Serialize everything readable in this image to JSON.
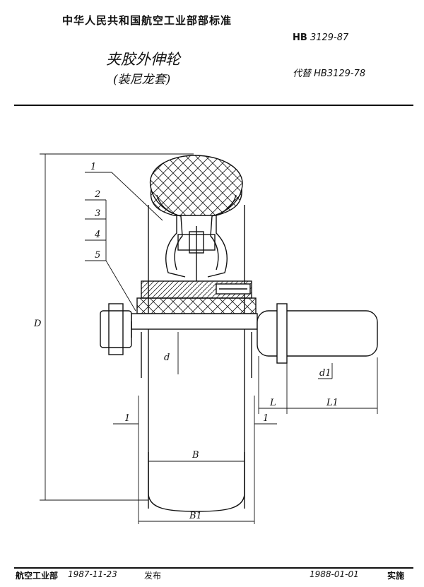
{
  "header": {
    "standard_title": "中华人民共和国航空工业部部标准",
    "standard_code_prefix": "HB",
    "standard_code_number": "3129-87",
    "part_name": "夹胶外伸轮",
    "part_subtitle": "(装尼龙套)",
    "replaces": "代替 HB3129-78"
  },
  "drawing": {
    "callouts": [
      "1",
      "2",
      "3",
      "4",
      "5"
    ],
    "dimensions": {
      "D": "D",
      "d": "d",
      "d1": "d1",
      "L": "L",
      "L1": "L1",
      "one_left": "1",
      "one_right": "1",
      "B": "B",
      "B1": "B1"
    }
  },
  "footer": {
    "issuer": "航空工业部",
    "issue_date": "1987-11-23",
    "issued_label": "发布",
    "effective_date": "1988-01-01",
    "effective_label": "实施"
  }
}
